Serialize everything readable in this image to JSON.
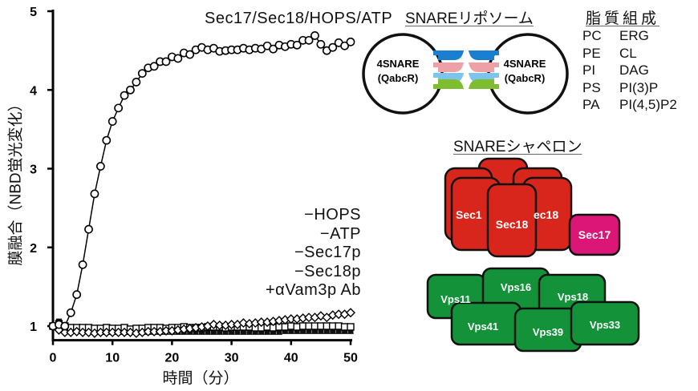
{
  "chart_data": {
    "type": "scatter",
    "title": "Sec17/Sec18/HOPS/ATP",
    "xlabel": "時間（分）",
    "ylabel": "膜融合（NBD蛍光変化）",
    "xlim": [
      0,
      50
    ],
    "ylim": [
      0.82,
      5
    ],
    "xticks": [
      "0",
      "10",
      "20",
      "30",
      "40",
      "50"
    ],
    "yticks": [
      "1",
      "2",
      "3",
      "4",
      "5"
    ],
    "grid": false,
    "legend": [
      "−HOPS",
      "−ATP",
      "−Sec17p",
      "−Sec18p",
      "+αVam3p Ab"
    ],
    "legend_position": "right-middle",
    "x": [
      0,
      1,
      2,
      3,
      4,
      5,
      6,
      7,
      8,
      9,
      10,
      11,
      12,
      13,
      14,
      15,
      16,
      17,
      18,
      19,
      20,
      21,
      22,
      23,
      24,
      25,
      26,
      27,
      28,
      29,
      30,
      31,
      32,
      33,
      34,
      35,
      36,
      37,
      38,
      39,
      40,
      41,
      42,
      43,
      44,
      45,
      46,
      47,
      48,
      49,
      50
    ],
    "series": [
      {
        "name": "Sec17/Sec18/HOPS/ATP",
        "marker": "open-circle",
        "line": true,
        "values": [
          1.0,
          1.02,
          1.0,
          1.17,
          1.4,
          1.78,
          2.23,
          2.68,
          3.03,
          3.36,
          3.6,
          3.77,
          3.93,
          4.0,
          4.1,
          4.21,
          4.28,
          4.3,
          4.36,
          4.36,
          4.42,
          4.4,
          4.47,
          4.45,
          4.51,
          4.54,
          4.51,
          4.53,
          4.49,
          4.5,
          4.51,
          4.51,
          4.53,
          4.51,
          4.53,
          4.52,
          4.56,
          4.52,
          4.57,
          4.55,
          4.58,
          4.57,
          4.63,
          4.63,
          4.69,
          4.58,
          4.5,
          4.54,
          4.6,
          4.56,
          4.61
        ]
      },
      {
        "name": "control-open-diamond",
        "marker": "open-diamond",
        "line": false,
        "values": [
          1.0,
          0.95,
          0.92,
          0.92,
          0.93,
          0.92,
          0.92,
          0.91,
          0.92,
          0.92,
          0.92,
          0.92,
          0.92,
          0.92,
          0.91,
          0.92,
          0.93,
          0.93,
          0.93,
          0.94,
          0.94,
          0.95,
          0.96,
          0.97,
          0.98,
          0.99,
          1.0,
          1.02,
          1.01,
          1.01,
          1.02,
          1.02,
          1.04,
          1.03,
          1.04,
          1.05,
          1.05,
          1.06,
          1.07,
          1.08,
          1.09,
          1.09,
          1.1,
          1.11,
          1.11,
          1.13,
          1.11,
          1.14,
          1.15,
          1.15,
          1.17
        ]
      },
      {
        "name": "control-open-square",
        "marker": "open-square",
        "line": false,
        "values": [
          1.0,
          1.03,
          1.0,
          0.98,
          0.98,
          0.98,
          0.98,
          0.97,
          0.97,
          0.98,
          0.97,
          0.97,
          0.98,
          0.96,
          0.97,
          0.97,
          0.98,
          0.98,
          0.98,
          0.97,
          0.98,
          0.98,
          0.99,
          0.98,
          0.98,
          0.98,
          0.99,
          0.99,
          0.99,
          0.98,
          0.99,
          0.99,
          0.99,
          0.99,
          0.98,
          0.98,
          0.99,
          0.98,
          0.99,
          0.99,
          1.0,
          0.99,
          1.0,
          1.0,
          1.0,
          1.0,
          1.0,
          1.0,
          1.0,
          0.99,
          0.99
        ]
      },
      {
        "name": "control-filled-square",
        "marker": "filled-square",
        "line": false,
        "values": [
          1.0,
          1.06,
          0.97,
          0.95,
          0.95,
          0.94,
          0.94,
          0.94,
          0.94,
          0.94,
          0.94,
          0.94,
          0.94,
          0.94,
          0.93,
          0.93,
          0.93,
          0.93,
          0.93,
          0.93,
          0.93,
          0.93,
          0.93,
          0.93,
          0.93,
          0.93,
          0.93,
          0.93,
          0.93,
          0.93,
          0.93,
          0.93,
          0.93,
          0.93,
          0.93,
          0.93,
          0.93,
          0.93,
          0.93,
          0.94,
          0.94,
          0.94,
          0.94,
          0.94,
          0.94,
          0.94,
          0.94,
          0.94,
          0.94,
          0.94,
          0.94
        ]
      },
      {
        "name": "control-filled-triangle",
        "marker": "filled-triangle",
        "line": false,
        "values": [
          1.0,
          0.97,
          0.95,
          0.94,
          0.93,
          0.93,
          0.93,
          0.93,
          0.92,
          0.92,
          0.92,
          0.92,
          0.92,
          0.92,
          0.92,
          0.92,
          0.92,
          0.92,
          0.92,
          0.92,
          0.92,
          0.92,
          0.92,
          0.92,
          0.92,
          0.92,
          0.92,
          0.92,
          0.92,
          0.92,
          0.92,
          0.92,
          0.92,
          0.92,
          0.92,
          0.92,
          0.92,
          0.92,
          0.92,
          0.93,
          0.93,
          0.93,
          0.93,
          0.93,
          0.93,
          0.93,
          0.93,
          0.93,
          0.93,
          0.93,
          0.93
        ]
      }
    ]
  },
  "diagram": {
    "liposome_title": "SNAREリポソーム",
    "liposome_label_line1": "4SNARE",
    "liposome_label_line2": "(QabcR)",
    "snare_colors": [
      "#1a7fd0",
      "#eda0a6",
      "#7cc3ee",
      "#7dbd2e"
    ],
    "lipid_title": "脂質組成",
    "lipids_left": [
      "PC",
      "PE",
      "PI",
      "PS",
      "PA"
    ],
    "lipids_right": [
      "ERG",
      "CL",
      "DAG",
      "PI(3)P",
      "PI(4,5)P2"
    ],
    "chaperone_title": "SNAREシャペロン",
    "sec18_label": "Sec18",
    "sec18_partial_left": "Sec1",
    "sec18_partial_right": "ec18",
    "sec17_label": "Sec17",
    "vps_labels": [
      "Vps11",
      "Vps16",
      "Vps18",
      "Vps41",
      "Vps39",
      "Vps33"
    ],
    "colors": {
      "sec18": "#d9261c",
      "sec17": "#dc1677",
      "hops": "#13923a"
    }
  }
}
